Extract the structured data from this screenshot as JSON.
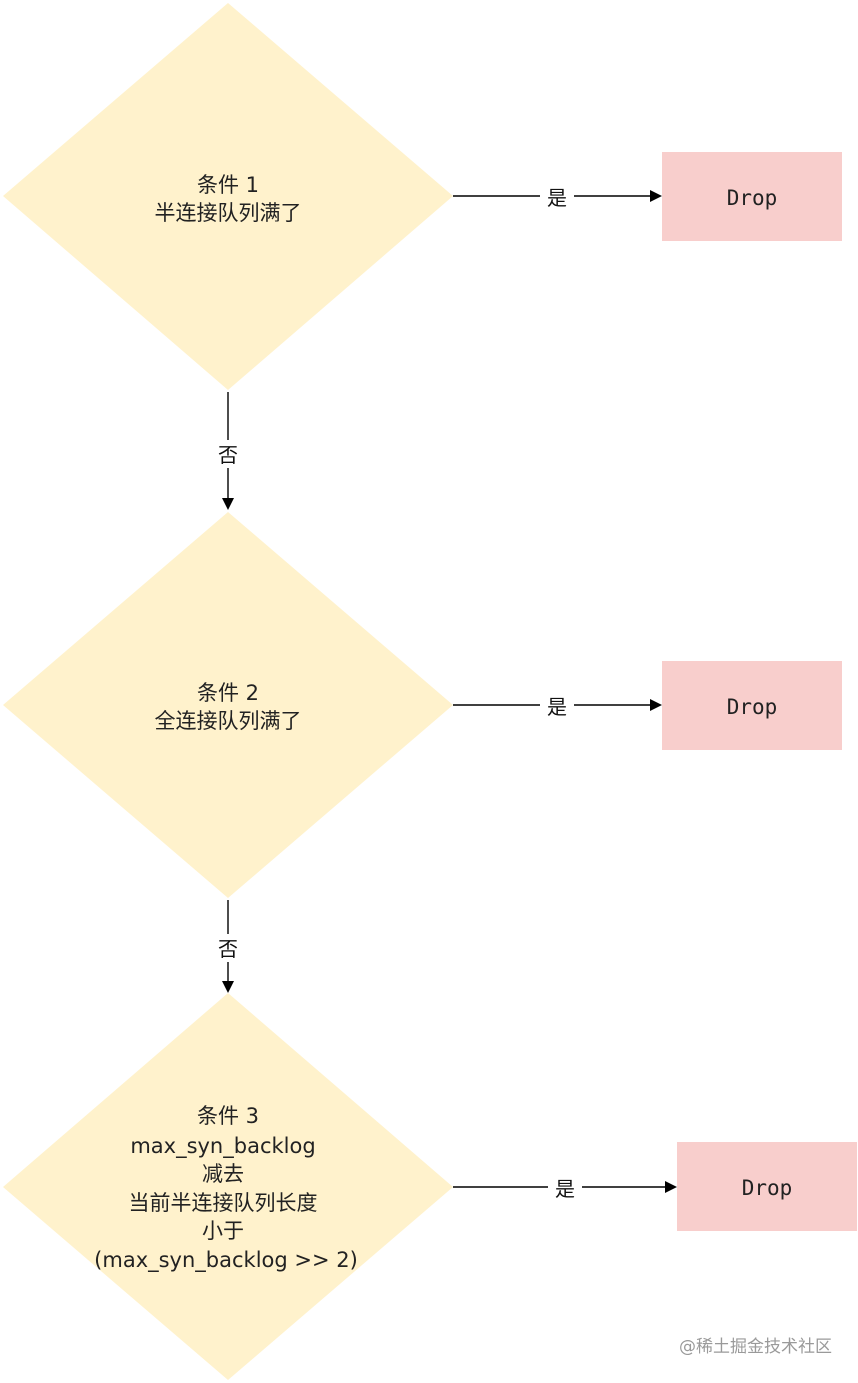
{
  "conditions": [
    {
      "lines": [
        "条件 1",
        "半连接队列满了"
      ]
    },
    {
      "lines": [
        "条件 2",
        "全连接队列满了"
      ]
    },
    {
      "lines": [
        "条件 3",
        "max_syn_backlog",
        "减去",
        "当前半连接队列长度",
        "小于",
        "(max_syn_backlog >> 2)"
      ]
    }
  ],
  "drop_label": "Drop",
  "yes_label": "是",
  "no_label": "否",
  "watermark": "@稀土掘金技术社区",
  "colors": {
    "diamond_fill": "#fff2cc",
    "drop_fill": "#f8cecc"
  }
}
